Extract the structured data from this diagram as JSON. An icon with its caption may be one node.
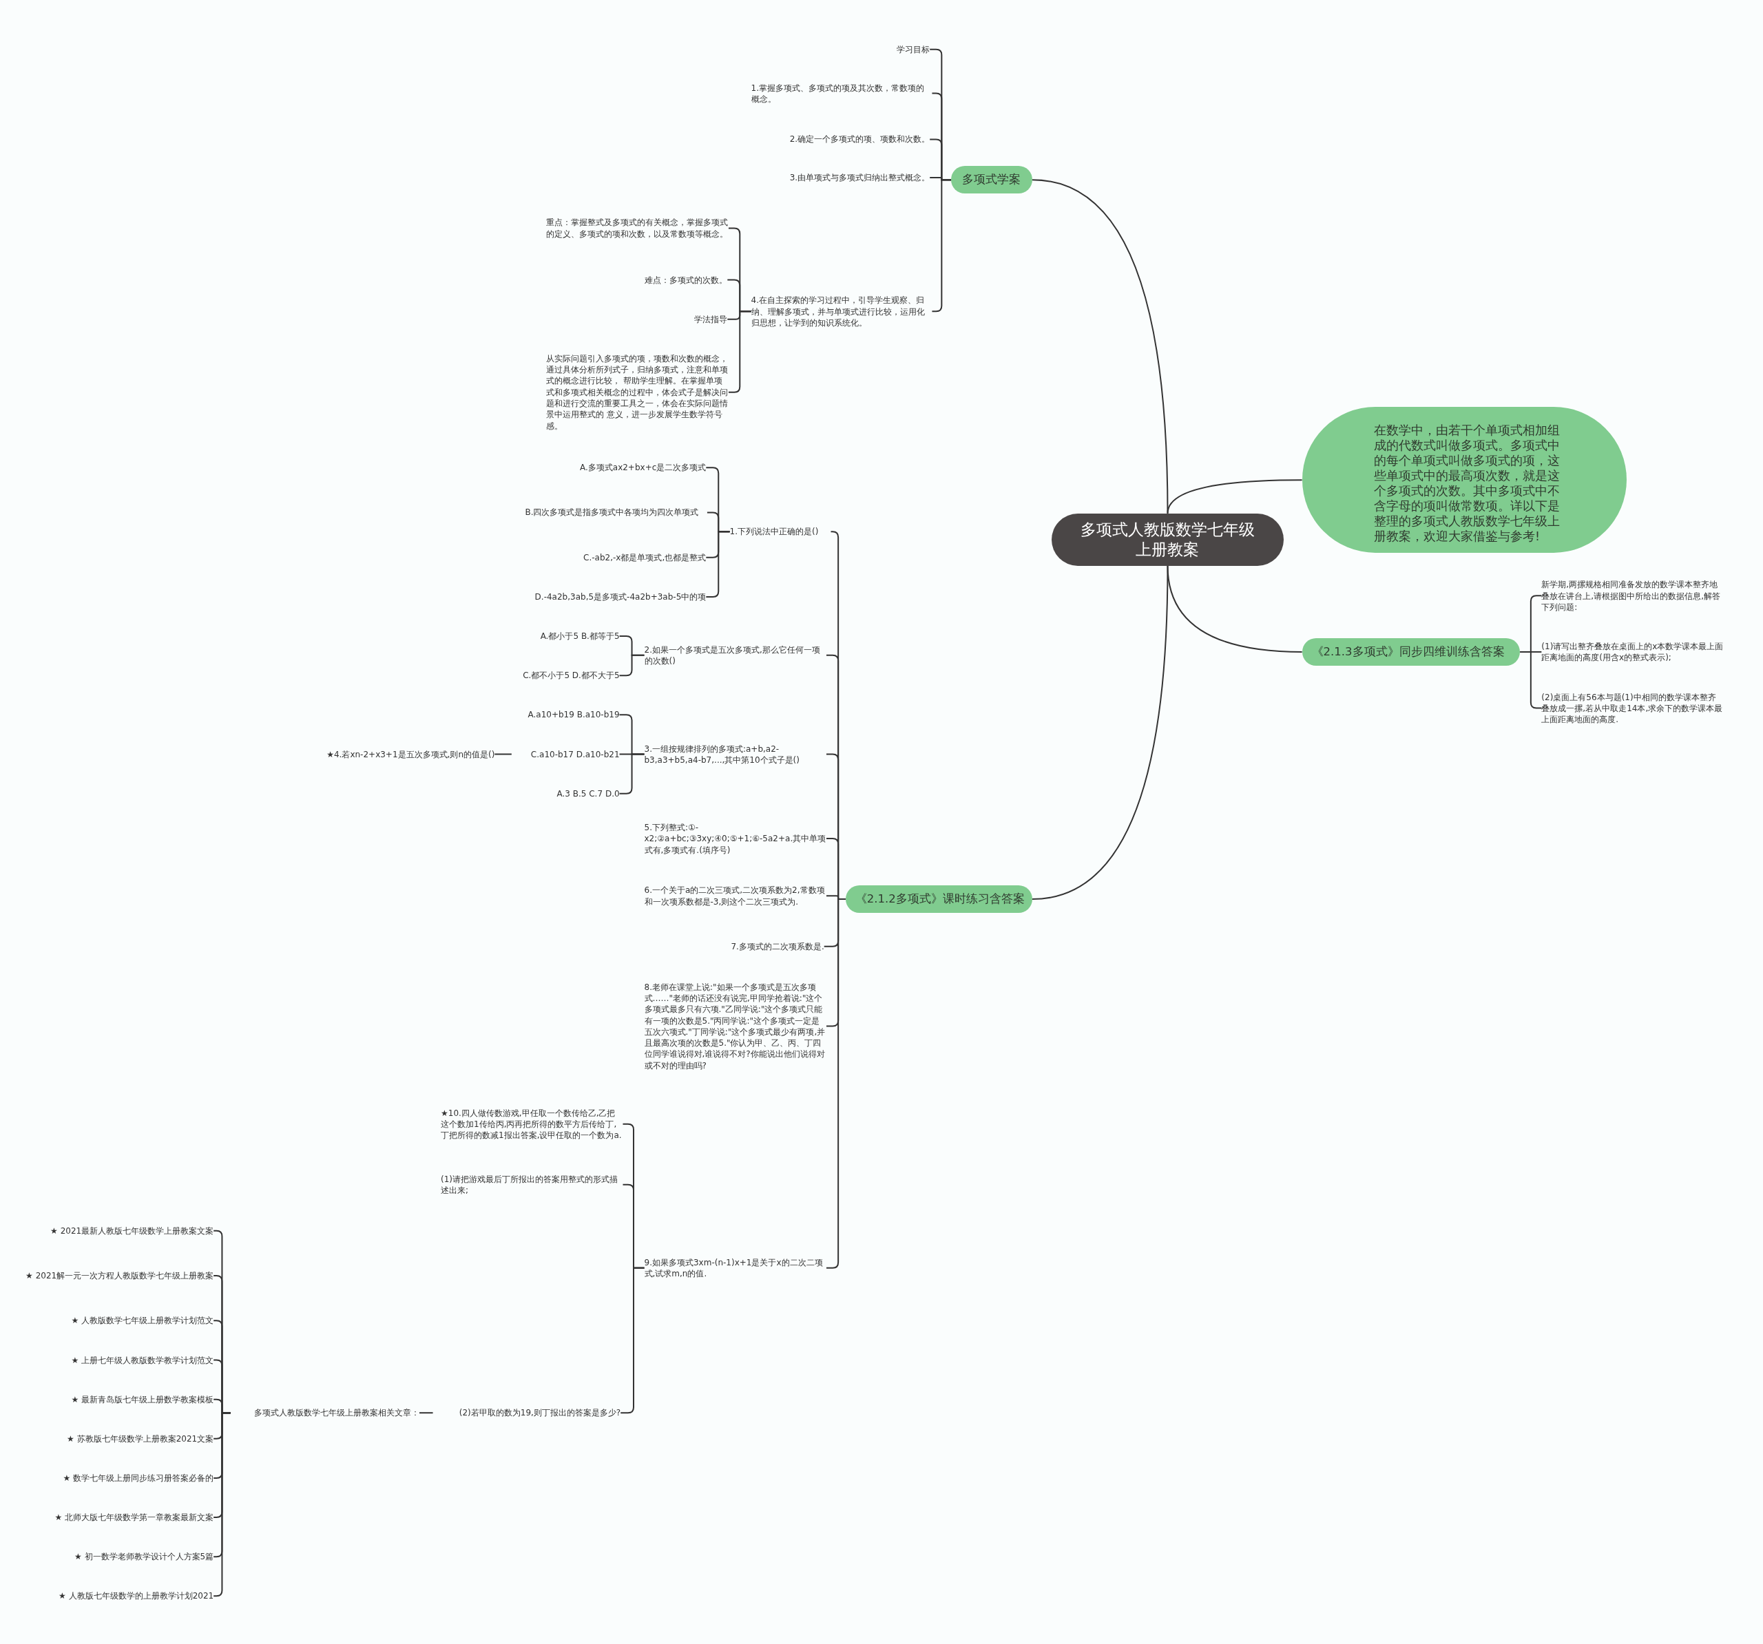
{
  "diagram": {
    "nodes": [
      {
        "text": [
          "多项式人教版数学七年级上册教案"
        ]
      },
      {
        "text": [
          "多项式学案"
        ]
      },
      {
        "text": [
          "学习目标"
        ]
      },
      {
        "text": [
          "1.掌握多项式、多项式的项及其次数，常数项的概念。"
        ]
      },
      {
        "text": [
          "2.确定一个多项式的项、项数和次数。"
        ]
      },
      {
        "text": [
          "3.由单项式与多项式归纳出整式概念。"
        ]
      },
      {
        "text": [
          "4.在自主探索的学习过程中，引导学生观察、归纳、理解多项式，并与单项式进行比较，运用化归思想，让学到的知识系统化。"
        ]
      },
      {
        "text": [
          "重点：掌握整式及多项式的有关概念，掌握多项式的定义、多项式的项和次数，以及常数项等概念。"
        ]
      },
      {
        "text": [
          "难点：多项式的次数。"
        ]
      },
      {
        "text": [
          "学法指导"
        ]
      },
      {
        "text": [
          "从实际问题引入多项式的项，项数和次数的概念，通过具体分析所列式子，归纳多项式，注意和单项式的概念进行比较， 帮助学生理解。在掌握单项式和多项式相关概念的过程中，体会式子是解决问题和进行交流的重要工具之一，体会在实际问题情景中运用整式的 意义，进一步发展学生数学符号感。"
        ]
      },
      {
        "text": [
          "在数学中，由若干个单项式相加组成的代数式叫做多项式。多项式中的每个单项式叫做多项式的项，这些单项式中的最高项次数，就是这个多项式的次数。其中多项式中不含字母的项叫做常数项。详以下是整理的多项式人教版数学七年级上册教案，欢迎大家借鉴与参考!"
        ]
      },
      {
        "text": [
          "《2.1.3多项式》同步四维训练含答案"
        ]
      },
      {
        "text": [
          "新学期,两摞规格相同准备发放的数学课本整齐地叠放在讲台上,请根据图中所给出的数据信息,解答下列问题:"
        ]
      },
      {
        "text": [
          "(1)请写出整齐叠放在桌面上的x本数学课本最上面距离地面的高度(用含x的整式表示);"
        ]
      },
      {
        "text": [
          "(2)桌面上有56本与题(1)中相同的数学课本整齐叠放成一摞,若从中取走14本,求余下的数学课本最上面距离地面的高度."
        ]
      },
      {
        "text": [
          "《2.1.2多项式》课时练习含答案"
        ]
      },
      {
        "text": [
          "1.下列说法中正确的是()"
        ]
      },
      {
        "text": [
          "A.多项式ax2+bx+c是二次多项式"
        ]
      },
      {
        "text": [
          "B.四次多项式是指多项式中各项均为四次单项式"
        ]
      },
      {
        "text": [
          "C.-ab2,-x都是单项式,也都是整式"
        ]
      },
      {
        "text": [
          "D.-4a2b,3ab,5是多项式-4a2b+3ab-5中的项"
        ]
      },
      {
        "text": [
          "2.如果一个多项式是五次多项式,那么它任何一项的次数()"
        ]
      },
      {
        "text": [
          "A.都小于5 B.都等于5"
        ]
      },
      {
        "text": [
          "C.都不小于5 D.都不大于5"
        ]
      },
      {
        "text": [
          "3.一组按规律排列的多项式:a+b,a2-b3,a3+b5,a4-b7,...,其中第10个式子是()"
        ]
      },
      {
        "text": [
          "A.a10+b19 B.a10-b19"
        ]
      },
      {
        "text": [
          "C.a10-b17 D.a10-b21"
        ]
      },
      {
        "text": [
          "★4.若xn-2+x3+1是五次多项式,则n的值是()"
        ]
      },
      {
        "text": [
          "A.3 B.5 C.7 D.0"
        ]
      },
      {
        "text": [
          "5.下列整式:①-x2;②a+bc;③3xy;④0;⑤+1;⑥-5a2+a.其中单项式有,多项式有.(填序号)"
        ]
      },
      {
        "text": [
          "6.一个关于a的二次三项式,二次项系数为2,常数项和一次项系数都是-3,则这个二次三项式为."
        ]
      },
      {
        "text": [
          "7.多项式的二次项系数是."
        ]
      },
      {
        "text": [
          "8.老师在课堂上说:\"如果一个多项式是五次多项式……\"老师的话还没有说完,甲同学抢着说:\"这个多项式最多只有六项.\"乙同学说:\"这个多项式只能有一项的次数是5.\"丙同学说:\"这个多项式一定是五次六项式.\"丁同学说:\"这个多项式最少有两项,并且最高次项的次数是5.\"你认为甲、乙、丙、丁四位同学谁说得对,谁说得不对?你能说出他们说得对或不对的理由吗?"
        ]
      },
      {
        "text": [
          "9.如果多项式3xm-(n-1)x+1是关于x的二次二项式,试求m,n的值."
        ]
      },
      {
        "text": [
          "★10.四人做传数游戏,甲任取一个数传给乙,乙把这个数加1传给丙,丙再把所得的数平方后传给丁,丁把所得的数减1报出答案,设甲任取的一个数为a."
        ]
      },
      {
        "text": [
          "(1)请把游戏最后丁所报出的答案用整式的形式描述出来;"
        ]
      },
      {
        "text": [
          "(2)若甲取的数为19,则丁报出的答案是多少?"
        ]
      },
      {
        "text": [
          "多项式人教版数学七年级上册教案相关文章："
        ]
      },
      {
        "text": [
          "★ 2021最新人教版七年级数学上册教案文案"
        ]
      },
      {
        "text": [
          "★ 2021解一元一次方程人教版数学七年级上册教案"
        ]
      },
      {
        "text": [
          "★ 人教版数学七年级上册教学计划范文"
        ]
      },
      {
        "text": [
          "★ 上册七年级人教版数学教学计划范文"
        ]
      },
      {
        "text": [
          "★ 最新青岛版七年级上册数学教案模板"
        ]
      },
      {
        "text": [
          "★ 苏教版七年级数学上册教案2021文案"
        ]
      },
      {
        "text": [
          "★ 数学七年级上册同步练习册答案必备的"
        ]
      },
      {
        "text": [
          "★ 北师大版七年级数学第一章教案最新文案"
        ]
      },
      {
        "text": [
          "★ 初一数学老师教学设计个人方案5篇"
        ]
      },
      {
        "text": [
          "★ 人教版七年级数学的上册教学计划2021"
        ]
      }
    ],
    "edges": [
      {
        "from": 0,
        "to": 1,
        "arrow": "none"
      },
      {
        "from": 0,
        "to": 11,
        "arrow": "none"
      },
      {
        "from": 0,
        "to": 12,
        "arrow": "none"
      },
      {
        "from": 0,
        "to": 16,
        "arrow": "none"
      },
      {
        "from": 1,
        "to": 2,
        "arrow": "none"
      },
      {
        "from": 1,
        "to": 3,
        "arrow": "none"
      },
      {
        "from": 1,
        "to": 4,
        "arrow": "none"
      },
      {
        "from": 1,
        "to": 5,
        "arrow": "none"
      },
      {
        "from": 1,
        "to": 6,
        "arrow": "none"
      },
      {
        "from": 6,
        "to": 7,
        "arrow": "none"
      },
      {
        "from": 6,
        "to": 8,
        "arrow": "none"
      },
      {
        "from": 6,
        "to": 9,
        "arrow": "none"
      },
      {
        "from": 6,
        "to": 10,
        "arrow": "none"
      },
      {
        "from": 12,
        "to": 13,
        "arrow": "none"
      },
      {
        "from": 12,
        "to": 14,
        "arrow": "none"
      },
      {
        "from": 12,
        "to": 15,
        "arrow": "none"
      },
      {
        "from": 16,
        "to": 17,
        "arrow": "none"
      },
      {
        "from": 16,
        "to": 22,
        "arrow": "none"
      },
      {
        "from": 16,
        "to": 25,
        "arrow": "none"
      },
      {
        "from": 16,
        "to": 30,
        "arrow": "none"
      },
      {
        "from": 16,
        "to": 31,
        "arrow": "none"
      },
      {
        "from": 16,
        "to": 32,
        "arrow": "none"
      },
      {
        "from": 16,
        "to": 33,
        "arrow": "none"
      },
      {
        "from": 16,
        "to": 34,
        "arrow": "none"
      },
      {
        "from": 17,
        "to": 18,
        "arrow": "none"
      },
      {
        "from": 17,
        "to": 19,
        "arrow": "none"
      },
      {
        "from": 17,
        "to": 20,
        "arrow": "none"
      },
      {
        "from": 17,
        "to": 21,
        "arrow": "none"
      },
      {
        "from": 22,
        "to": 23,
        "arrow": "none"
      },
      {
        "from": 22,
        "to": 24,
        "arrow": "none"
      },
      {
        "from": 25,
        "to": 26,
        "arrow": "none"
      },
      {
        "from": 25,
        "to": 27,
        "arrow": "none"
      },
      {
        "from": 25,
        "to": 29,
        "arrow": "none"
      },
      {
        "from": 27,
        "to": 28,
        "arrow": "none"
      },
      {
        "from": 34,
        "to": 35,
        "arrow": "none"
      },
      {
        "from": 34,
        "to": 36,
        "arrow": "none"
      },
      {
        "from": 34,
        "to": 37,
        "arrow": "none"
      },
      {
        "from": 37,
        "to": 38,
        "arrow": "none"
      },
      {
        "from": 38,
        "to": 39,
        "arrow": "none"
      },
      {
        "from": 38,
        "to": 40,
        "arrow": "none"
      },
      {
        "from": 38,
        "to": 41,
        "arrow": "none"
      },
      {
        "from": 38,
        "to": 42,
        "arrow": "none"
      },
      {
        "from": 38,
        "to": 43,
        "arrow": "none"
      },
      {
        "from": 38,
        "to": 44,
        "arrow": "none"
      },
      {
        "from": 38,
        "to": 45,
        "arrow": "none"
      },
      {
        "from": 38,
        "to": 46,
        "arrow": "none"
      },
      {
        "from": 38,
        "to": 47,
        "arrow": "none"
      },
      {
        "from": 38,
        "to": 48,
        "arrow": "none"
      }
    ]
  }
}
